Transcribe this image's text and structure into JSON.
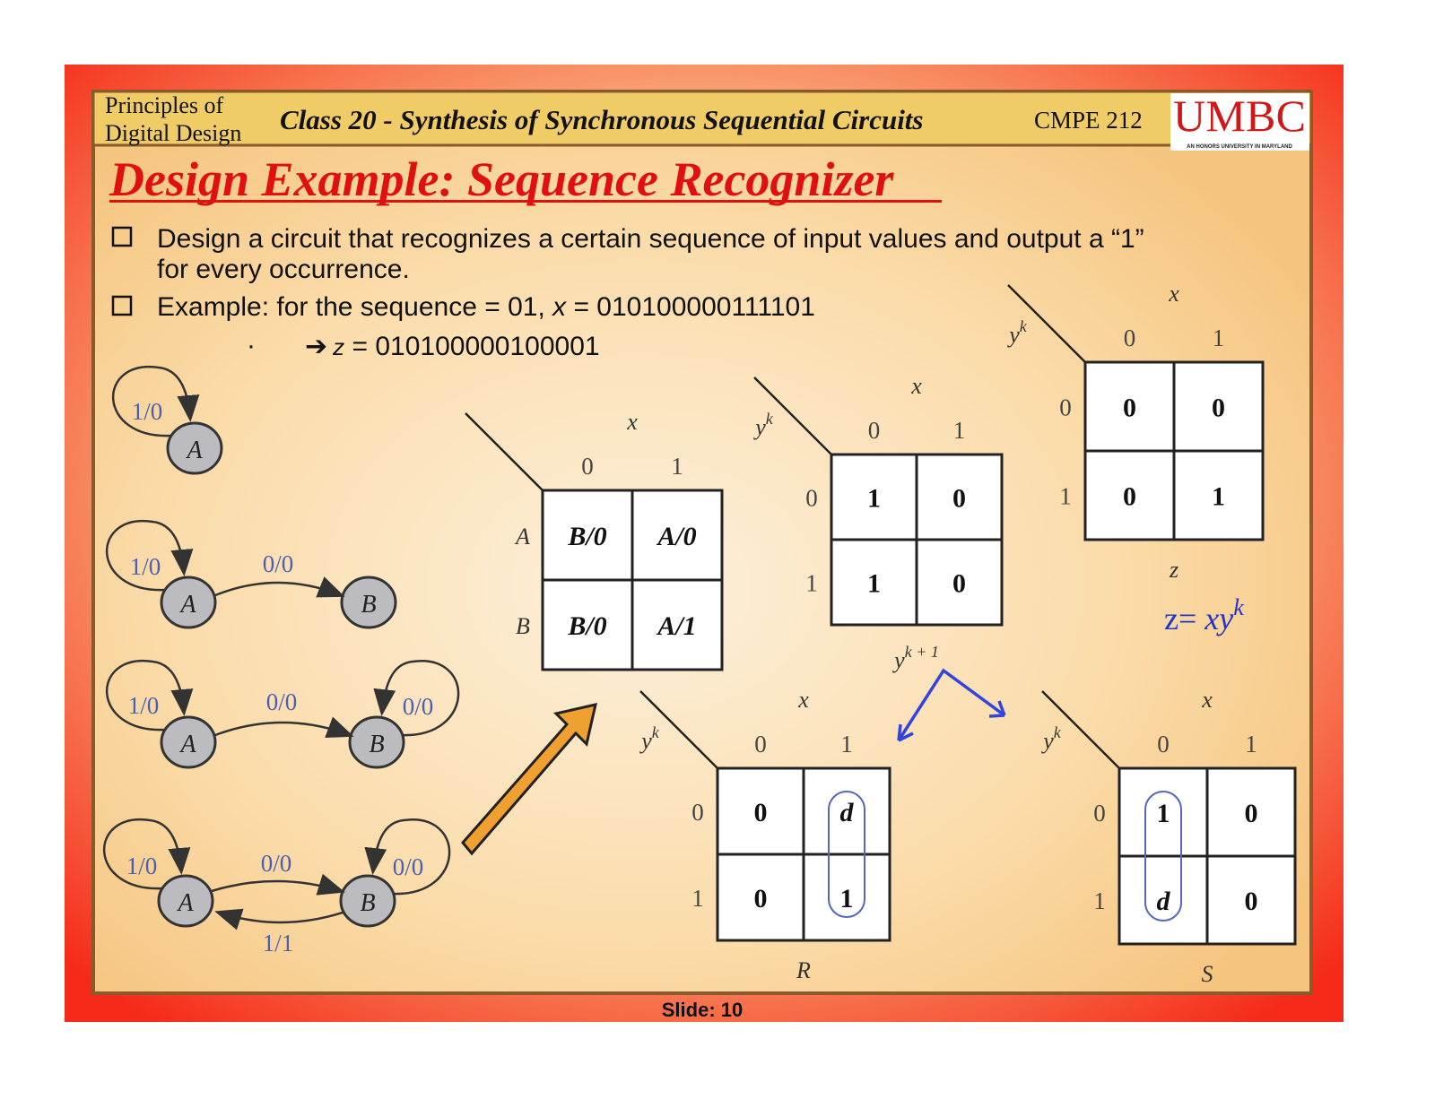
{
  "header": {
    "course_line1": "Principles of",
    "course_line2": "Digital Design",
    "class_title": "Class 20 - Synthesis of Synchronous Sequential Circuits",
    "course_code": "CMPE 212",
    "logo_text": "UMBC",
    "logo_tagline": "AN HONORS UNIVERSITY IN MARYLAND"
  },
  "slide_title": "Design Example: Sequence Recognizer",
  "bullets": [
    {
      "line1": "Design a circuit that recognizes a certain sequence of input values and output a “1”",
      "line2": "for every occurrence."
    },
    {
      "prefix": "Example: for the sequence = 01, ",
      "var": "x",
      "value": " = 010100000111101"
    }
  ],
  "result_line": {
    "dot": "·",
    "arrow": "➔",
    "var": "z",
    "value": " = 010100000100001"
  },
  "state_diagrams": {
    "state_a": "A",
    "state_b": "B",
    "label_a_loop": "1/0",
    "label_ab": "0/0",
    "label_b_loop": "0/0",
    "label_ba": "1/1"
  },
  "state_table": {
    "var_x": "x",
    "cols": [
      "0",
      "1"
    ],
    "rows": [
      "A",
      "B"
    ],
    "cells": [
      [
        "B/0",
        "A/0"
      ],
      [
        "B/0",
        "A/1"
      ]
    ]
  },
  "next_state_map": {
    "var_x": "x",
    "var_y": "yk",
    "cols": [
      "0",
      "1"
    ],
    "rows": [
      "0",
      "1"
    ],
    "cells": [
      [
        "1",
        "0"
      ],
      [
        "1",
        "0"
      ]
    ],
    "caption": "y k + 1"
  },
  "z_map": {
    "var_x": "x",
    "var_y": "yk",
    "cols": [
      "0",
      "1"
    ],
    "rows": [
      "0",
      "1"
    ],
    "cells": [
      [
        "0",
        "0"
      ],
      [
        "0",
        "1"
      ]
    ],
    "caption": "z"
  },
  "z_equation": {
    "lhs": "z= ",
    "rhs": "xy",
    "sup": "k"
  },
  "r_map": {
    "var_x": "x",
    "var_y": "yk",
    "cols": [
      "0",
      "1"
    ],
    "rows": [
      "0",
      "1"
    ],
    "cells": [
      [
        "0",
        "d"
      ],
      [
        "0",
        "1"
      ]
    ],
    "caption": "R"
  },
  "s_map": {
    "var_x": "x",
    "var_y": "yk",
    "cols": [
      "0",
      "1"
    ],
    "rows": [
      "0",
      "1"
    ],
    "cells": [
      [
        "1",
        "0"
      ],
      [
        "d",
        "0"
      ]
    ],
    "caption": "S"
  },
  "footer": {
    "slide_label": "Slide: 10"
  },
  "colors": {
    "frame": "#f33020",
    "header_band": "#f0cc66",
    "title": "#e01010",
    "diagram_blue": "#4a5fb0",
    "arrow_orange": "#f0a030",
    "arrow_blue": "#3344dd"
  }
}
